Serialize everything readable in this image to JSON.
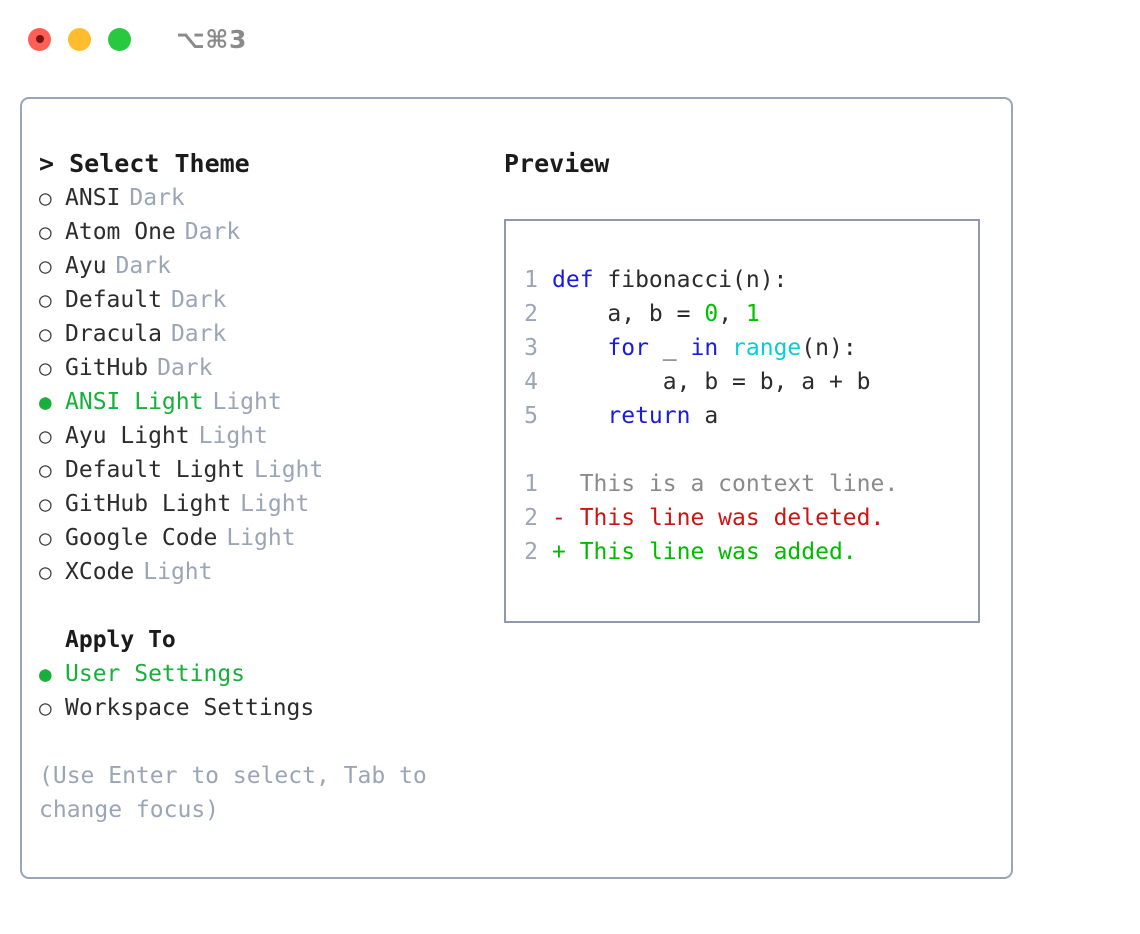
{
  "titlebar": {
    "shortcut": "⌥⌘3",
    "buttons": {
      "close": "close-button",
      "minimize": "minimize-button",
      "maximize": "maximize-button"
    }
  },
  "theme_panel": {
    "heading_caret": "> ",
    "heading": "Select Theme",
    "bullet_unselected": "○",
    "bullet_selected": "●",
    "items": [
      {
        "name": "ANSI",
        "tag": "Dark",
        "selected": false
      },
      {
        "name": "Atom One",
        "tag": "Dark",
        "selected": false
      },
      {
        "name": "Ayu",
        "tag": "Dark",
        "selected": false
      },
      {
        "name": "Default",
        "tag": "Dark",
        "selected": false
      },
      {
        "name": "Dracula",
        "tag": "Dark",
        "selected": false
      },
      {
        "name": "GitHub",
        "tag": "Dark",
        "selected": false
      },
      {
        "name": "ANSI Light",
        "tag": "Light",
        "selected": true
      },
      {
        "name": "Ayu Light",
        "tag": "Light",
        "selected": false
      },
      {
        "name": "Default Light",
        "tag": "Light",
        "selected": false
      },
      {
        "name": "GitHub Light",
        "tag": "Light",
        "selected": false
      },
      {
        "name": "Google Code",
        "tag": "Light",
        "selected": false
      },
      {
        "name": "XCode",
        "tag": "Light",
        "selected": false
      }
    ]
  },
  "apply_to": {
    "heading": "Apply To",
    "items": [
      {
        "name": "User Settings",
        "selected": true
      },
      {
        "name": "Workspace Settings",
        "selected": false
      }
    ]
  },
  "hint": "(Use Enter to select, Tab to change focus)",
  "preview": {
    "title": "Preview",
    "code": [
      {
        "num": "1",
        "tokens": [
          {
            "t": "def",
            "c": "tok-kw"
          },
          {
            "t": " fibonacci(n):",
            "c": "tok-plain"
          }
        ]
      },
      {
        "num": "2",
        "tokens": [
          {
            "t": "    a, b = ",
            "c": "tok-plain"
          },
          {
            "t": "0",
            "c": "tok-num"
          },
          {
            "t": ", ",
            "c": "tok-plain"
          },
          {
            "t": "1",
            "c": "tok-num"
          }
        ]
      },
      {
        "num": "3",
        "tokens": [
          {
            "t": "    ",
            "c": "tok-plain"
          },
          {
            "t": "for",
            "c": "tok-kw"
          },
          {
            "t": " _ ",
            "c": "tok-plain"
          },
          {
            "t": "in",
            "c": "tok-kw"
          },
          {
            "t": " ",
            "c": "tok-plain"
          },
          {
            "t": "range",
            "c": "tok-fn"
          },
          {
            "t": "(n):",
            "c": "tok-plain"
          }
        ]
      },
      {
        "num": "4",
        "tokens": [
          {
            "t": "        a, b = b, a + b",
            "c": "tok-plain"
          }
        ]
      },
      {
        "num": "5",
        "tokens": [
          {
            "t": "    ",
            "c": "tok-plain"
          },
          {
            "t": "return",
            "c": "tok-kw"
          },
          {
            "t": " a",
            "c": "tok-plain"
          }
        ]
      }
    ],
    "diff": [
      {
        "num": "1",
        "marker": "  ",
        "text": "This is a context line.",
        "cls": "diff-ctx"
      },
      {
        "num": "2",
        "marker": "- ",
        "text": "This line was deleted.",
        "cls": "diff-del"
      },
      {
        "num": "2",
        "marker": "+ ",
        "text": "This line was added.",
        "cls": "diff-add"
      }
    ]
  },
  "colors": {
    "accent_green": "#17b03a",
    "keyword_blue": "#1a1ae0",
    "function_cyan": "#0acdd6",
    "number_green": "#00c000",
    "muted_gray": "#9aa5b5",
    "diff_add": "#00bb00",
    "diff_del": "#cc1414",
    "border": "#9aa5b5",
    "tl_close": "#ff5f57",
    "tl_min": "#ffbd2e",
    "tl_max": "#28c840"
  }
}
